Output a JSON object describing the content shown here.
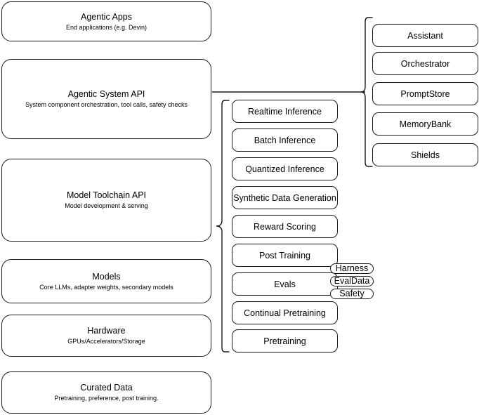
{
  "diagram": {
    "background_color": "#ffffff",
    "stroke_color": "#1a1a1a",
    "stack": [
      {
        "name": "agentic-apps",
        "title": "Agentic Apps",
        "subtitle": "End applications (e.g. Devin)"
      },
      {
        "name": "agentic-system-api",
        "title": "Agentic System API",
        "subtitle": "System component orchestration, tool calls, safety checks"
      },
      {
        "name": "model-toolchain-api",
        "title": "Model Toolchain API",
        "subtitle": "Model development & serving"
      },
      {
        "name": "models",
        "title": "Models",
        "subtitle": "Core LLMs, adapter weights, secondary models"
      },
      {
        "name": "hardware",
        "title": "Hardware",
        "subtitle": "GPUs/Accelerators/Storage"
      },
      {
        "name": "curated-data",
        "title": "Curated Data",
        "subtitle": "Pretraining, preference, post training."
      }
    ],
    "toolchain_items": [
      {
        "name": "realtime-inference",
        "label": "Realtime Inference"
      },
      {
        "name": "batch-inference",
        "label": "Batch Inference"
      },
      {
        "name": "quantized-inference",
        "label": "Quantized Inference"
      },
      {
        "name": "synthetic-data-generation",
        "label": "Synthetic Data Generation"
      },
      {
        "name": "reward-scoring",
        "label": "Reward Scoring"
      },
      {
        "name": "post-training",
        "label": "Post Training"
      },
      {
        "name": "evals",
        "label": "Evals"
      },
      {
        "name": "continual-pretraining",
        "label": "Continual Pretraining"
      },
      {
        "name": "pretraining",
        "label": "Pretraining"
      }
    ],
    "evals_tags": [
      {
        "name": "harness",
        "label": "Harness"
      },
      {
        "name": "evaldata",
        "label": "EvalData"
      },
      {
        "name": "safety",
        "label": "Safety"
      }
    ],
    "system_items": [
      {
        "name": "assistant",
        "label": "Assistant"
      },
      {
        "name": "orchestrator",
        "label": "Orchestrator"
      },
      {
        "name": "promptstore",
        "label": "PromptStore"
      },
      {
        "name": "memorybank",
        "label": "MemoryBank"
      },
      {
        "name": "shields",
        "label": "Shields"
      }
    ]
  }
}
